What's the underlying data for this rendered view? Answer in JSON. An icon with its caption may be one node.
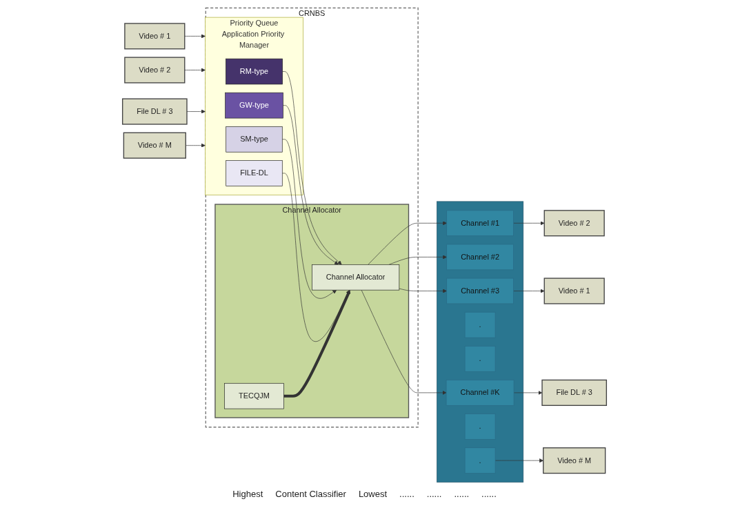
{
  "diagram": {
    "nodes": [
      {
        "text": [
          "CRNBS"
        ]
      },
      {
        "text": [
          "Priority Queue",
          "Application Priority Manager"
        ],
        "in": 0
      },
      {
        "text": [
          "RM-type"
        ],
        "in": 1
      },
      {
        "text": [
          "GW-type"
        ],
        "in": 1
      },
      {
        "text": [
          "SM-type"
        ],
        "in": 1
      },
      {
        "text": [
          "FILE-DL"
        ],
        "in": 1
      },
      {
        "text": [
          "Channel Allocator"
        ],
        "in": 0
      },
      {
        "text": [
          "TECQJM"
        ],
        "in": 6
      },
      {
        "text": [
          "Channel Allocator"
        ],
        "in": 6
      },
      {
        "text": [
          "Video # 1"
        ]
      },
      {
        "text": [
          "Video # 2"
        ]
      },
      {
        "text": [
          "File DL # 3"
        ]
      },
      {
        "text": [
          "Video # M"
        ]
      },
      {
        "text": [],
        "shape": "bar"
      },
      {
        "text": [
          "Channel #1"
        ],
        "in": 13
      },
      {
        "text": [
          "Channel #2"
        ],
        "in": 13
      },
      {
        "text": [
          "Channel #3"
        ],
        "in": 13
      },
      {
        "text": [
          "."
        ],
        "in": 13
      },
      {
        "text": [
          "."
        ],
        "in": 13
      },
      {
        "text": [
          "."
        ],
        "in": 13
      },
      {
        "text": [
          "."
        ],
        "in": 13
      },
      {
        "text": [
          "Channel #K"
        ],
        "in": 13
      },
      {
        "text": [
          "Video # 2"
        ]
      },
      {
        "text": [
          "Video # 1"
        ]
      },
      {
        "text": [
          "Video # M"
        ]
      },
      {
        "text": [
          "File DL # 3"
        ]
      }
    ],
    "edges": [
      {
        "from": 9,
        "to": 1,
        "arrow": "to"
      },
      {
        "from": 10,
        "to": 1,
        "arrow": "to"
      },
      {
        "from": 11,
        "to": 1,
        "arrow": "to"
      },
      {
        "from": 12,
        "to": 1,
        "arrow": "to"
      },
      {
        "from": 2,
        "to": 8,
        "arrow": "to"
      },
      {
        "from": 3,
        "to": 8,
        "arrow": "to"
      },
      {
        "from": 4,
        "to": 8,
        "arrow": "to"
      },
      {
        "from": 5,
        "to": 8,
        "arrow": "to"
      },
      {
        "from": 7,
        "to": 8,
        "arrow": "to",
        "style": "thick"
      },
      {
        "from": 8,
        "to": 14,
        "arrow": "to"
      },
      {
        "from": 8,
        "to": 15,
        "arrow": "to"
      },
      {
        "from": 8,
        "to": 16,
        "arrow": "to"
      },
      {
        "from": 8,
        "to": 21,
        "arrow": "to"
      },
      {
        "from": 14,
        "to": 22,
        "arrow": "to"
      },
      {
        "from": 16,
        "to": 23,
        "arrow": "to"
      },
      {
        "from": 19,
        "to": 24,
        "arrow": "to"
      },
      {
        "from": 21,
        "to": 25,
        "arrow": "to"
      }
    ],
    "labels": [
      "Highest",
      "Content Classifier",
      "Lowest",
      "......",
      "......",
      "......",
      "......"
    ]
  }
}
